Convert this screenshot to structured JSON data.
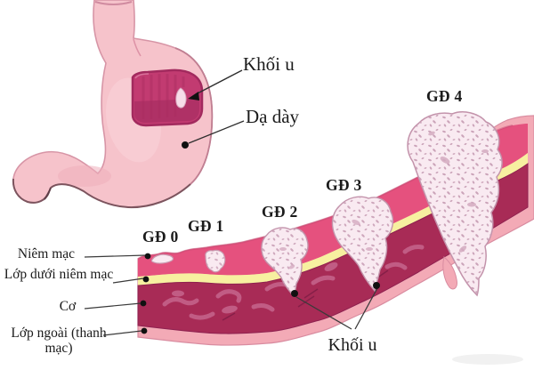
{
  "stomach_section": {
    "tumor_label": "Khối u",
    "stomach_label": "Dạ dày"
  },
  "stages": [
    {
      "label": "GĐ 0"
    },
    {
      "label": "GĐ 1"
    },
    {
      "label": "GĐ 2"
    },
    {
      "label": "GĐ 3"
    },
    {
      "label": "GĐ 4"
    }
  ],
  "wall_layers": [
    {
      "label": "Niêm mạc"
    },
    {
      "label": "Lớp dưới niêm mạc"
    },
    {
      "label": "Cơ"
    },
    {
      "label": "Lớp ngoài (thanh mạc)"
    }
  ],
  "tumor_pointer_label": "Khối u",
  "colors": {
    "stomach_body": "#f6c3cb",
    "window_interior": "#c23b71",
    "mucosa": "#e5517e",
    "submucosa": "#f7f0a0",
    "muscle": "#a82b56",
    "serosa": "#f3aab6",
    "tumor": "#f9eaf1",
    "ink": "#1b1b1b"
  }
}
